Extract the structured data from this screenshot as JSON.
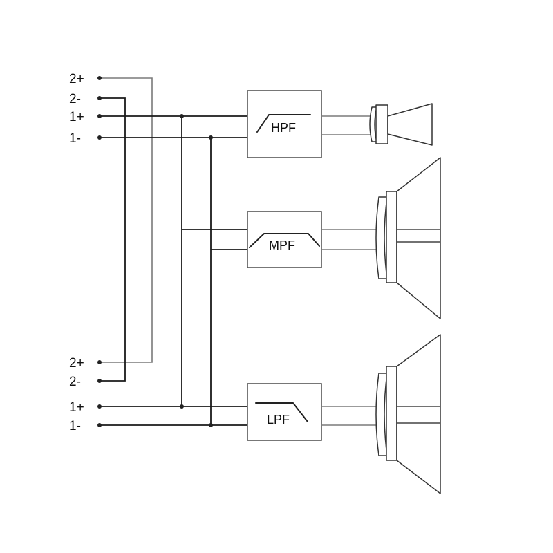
{
  "inputs": {
    "top": {
      "t2p": "2+",
      "t2m": "2-",
      "t1p": "1+",
      "t1m": "1-"
    },
    "bottom": {
      "t2p": "2+",
      "t2m": "2-",
      "t1p": "1+",
      "t1m": "1-"
    }
  },
  "filters": {
    "hpf": "HPF",
    "mpf": "MPF",
    "lpf": "LPF"
  }
}
